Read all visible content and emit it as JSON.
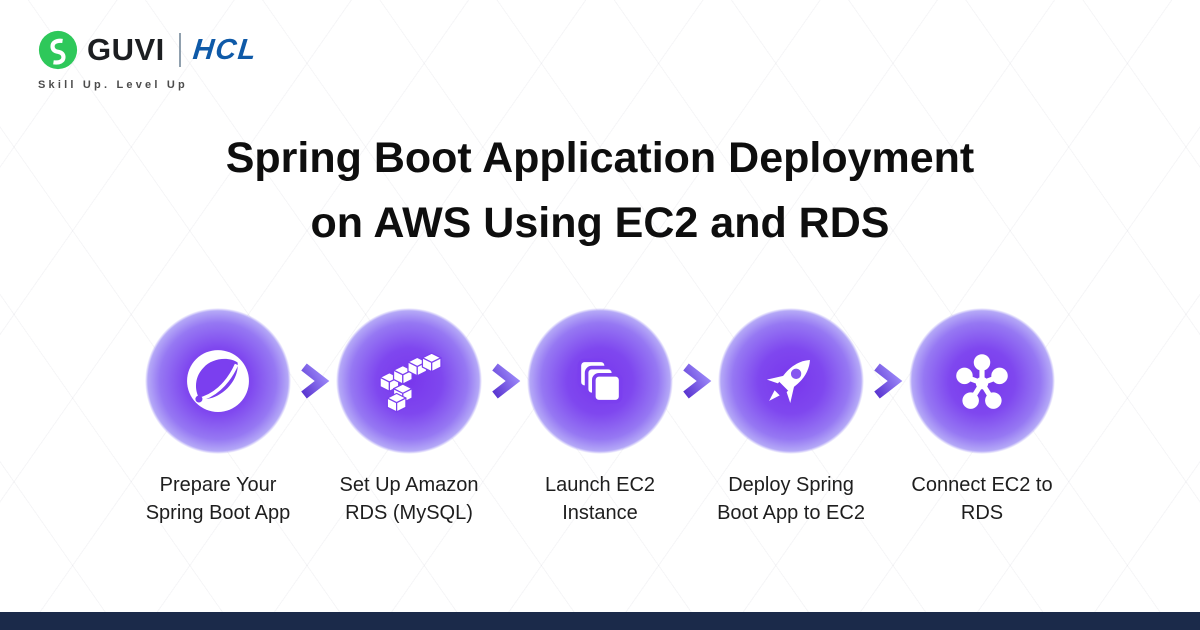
{
  "brand": {
    "guvi_label": "GUVI",
    "hcl_label": "HCL",
    "tagline": "Skill Up. Level Up",
    "guvi_icon": "guvi-g-icon"
  },
  "title": {
    "line1": "Spring Boot Application Deployment",
    "line2": "on AWS Using EC2 and RDS"
  },
  "steps": [
    {
      "icon": "spring-leaf-icon",
      "line1": "Prepare Your",
      "line2": "Spring Boot App"
    },
    {
      "icon": "aws-cubes-icon",
      "line1": "Set Up Amazon",
      "line2": "RDS (MySQL)"
    },
    {
      "icon": "ec2-instances-icon",
      "line1": "Launch EC2",
      "line2": "Instance"
    },
    {
      "icon": "rocket-icon",
      "line1": "Deploy Spring",
      "line2": "Boot App to EC2"
    },
    {
      "icon": "network-hub-icon",
      "line1": "Connect EC2 to",
      "line2": "RDS"
    }
  ],
  "arrow_icon": "chevron-right-icon",
  "colors": {
    "accent_purple": "#7b3fef",
    "circle_core": "#7836ec",
    "circle_edge": "#b4a8f7",
    "arrow_dark": "#5a35d0",
    "arrow_light": "#9f8cfb",
    "guvi_green": "#2ec85a",
    "hcl_blue": "#0f5aa8",
    "title_text": "#0e0e0e",
    "caption_text": "#1e1e1e",
    "footer_navy": "#1b2a4a",
    "background": "#ffffff"
  }
}
